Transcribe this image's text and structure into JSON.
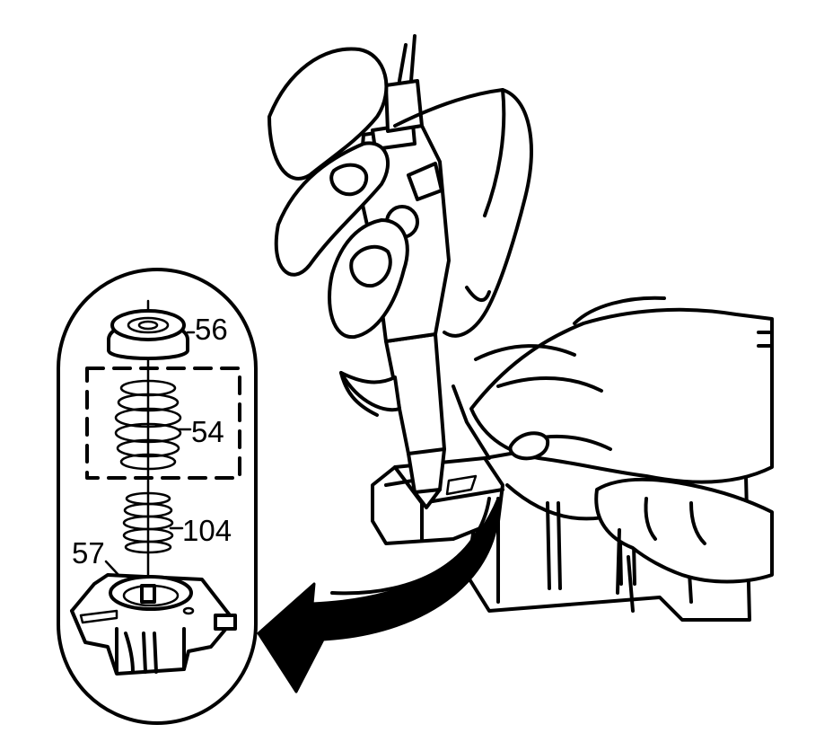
{
  "callouts": {
    "retainer": "56",
    "outer_spring": "54",
    "inner_spring": "104",
    "housing": "57"
  },
  "colors": {
    "line": "#000000",
    "background": "#ffffff"
  }
}
